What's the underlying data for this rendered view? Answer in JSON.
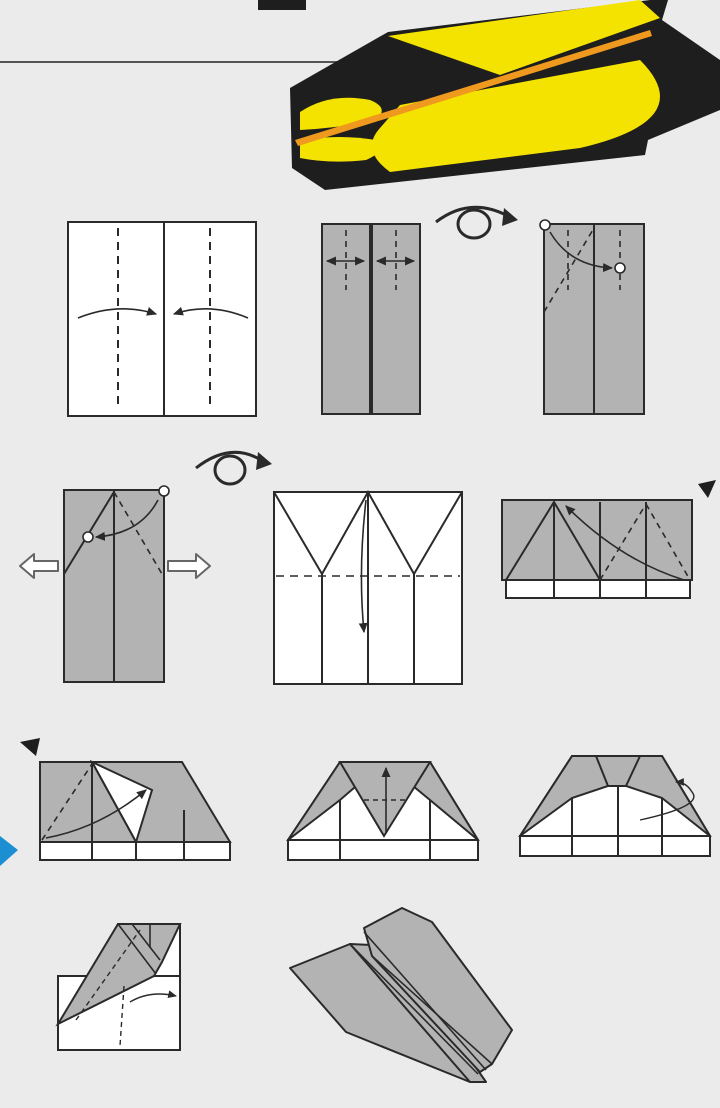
{
  "page": {
    "background": "#ebebeb"
  },
  "colors": {
    "paper": "#ffffff",
    "folded": "#b3b3b3",
    "outline": "#2a2a2a",
    "plane_yellow": "#f4e300",
    "plane_black": "#1e1e1e",
    "plane_orange": "#ef9a1e",
    "pointer": "#1b8fd2"
  },
  "icons": {
    "flip": "turn-over-arrow-icon",
    "pull": "hollow-double-arrow-icon",
    "marker": "view-triangle-icon",
    "fold": "fold-arrow-icon"
  },
  "steps": [
    {
      "id": 1,
      "action": "fold-edges-to-center"
    },
    {
      "id": 2,
      "action": "unfold-and-flip"
    },
    {
      "id": 3,
      "action": "fold-corner-to-center-line"
    },
    {
      "id": 4,
      "action": "pull-out-and-flip"
    },
    {
      "id": 5,
      "action": "fold-top-down"
    },
    {
      "id": 6,
      "action": "fold-corner"
    },
    {
      "id": 7,
      "action": "fold-down"
    },
    {
      "id": 8,
      "action": "fold-tip-up"
    },
    {
      "id": 9,
      "action": "fold-in-half"
    },
    {
      "id": 10,
      "action": "fold-wing"
    },
    {
      "id": 11,
      "action": "finished-plane"
    }
  ]
}
